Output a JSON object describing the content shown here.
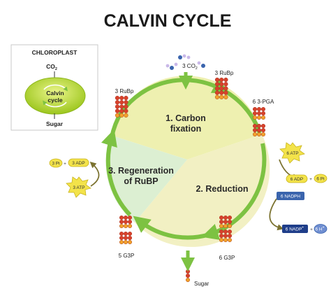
{
  "title": "CALVIN CYCLE",
  "inset": {
    "heading": "CHLOROPLAST",
    "co2": "CO",
    "co2_sub": "2",
    "center_line1": "Calvin",
    "center_line2": "cycle",
    "sugar": "Sugar"
  },
  "phases": {
    "fixation_line1": "1. Carbon",
    "fixation_line2": "fixation",
    "reduction": "2. Reduction",
    "regeneration_line1": "3. Regeneration",
    "regeneration_line2": "of RuBP"
  },
  "labels": {
    "co2_in": "3 CO",
    "co2_in_sub": "2",
    "rubp_top": "3 RuBp",
    "rubp_left": "3 RuBp",
    "pga": "6 3-PGA",
    "g3p_bottom": "6 G3P",
    "g3p_left": "5 G3P",
    "sugar_out": "Sugar"
  },
  "cofactors": {
    "atp_in": "6 ATP",
    "adp_out": "6 ADP",
    "pi_out": "6 Pi",
    "nadph_in": "6 NADPH",
    "nadp_out": "6 NADP",
    "nadp_sup": "+",
    "h_out": "6 H",
    "h_sup": "+",
    "regen_atp_in": "3 ATP",
    "regen_adp_out": "3 ADP",
    "regen_pi_out": "3 Pi",
    "plus": "+"
  },
  "colors": {
    "ring": "#7dc242",
    "fixation_fill": "#eef0b0",
    "reduction_fill": "#f2f0c3",
    "regeneration_fill": "#dcefd2",
    "atp_star": "#f3e34a",
    "nadph_box": "#3a64ad",
    "molecule_red": "#d8412b",
    "molecule_orange": "#f2a12a",
    "arrow_olive": "#7b7230"
  }
}
